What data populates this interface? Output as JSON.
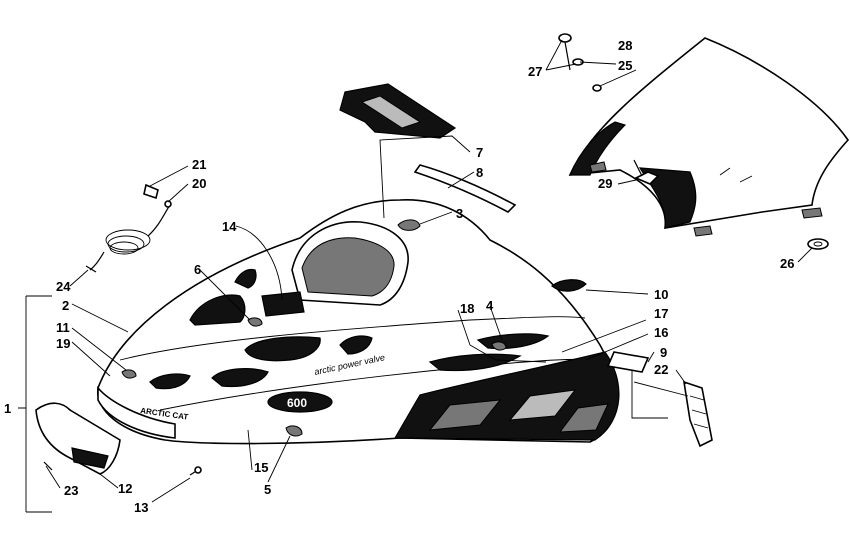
{
  "diagram": {
    "callouts": [
      "1",
      "2",
      "3",
      "4",
      "5",
      "6",
      "7",
      "8",
      "9",
      "10",
      "11",
      "12",
      "13",
      "14",
      "15",
      "16",
      "17",
      "18",
      "19",
      "20",
      "21",
      "22",
      "23",
      "24",
      "25",
      "26",
      "27",
      "28",
      "29"
    ],
    "decals": {
      "brand": "ARCTIC CAT",
      "slogan": "arctic power valve",
      "model": "600"
    }
  }
}
